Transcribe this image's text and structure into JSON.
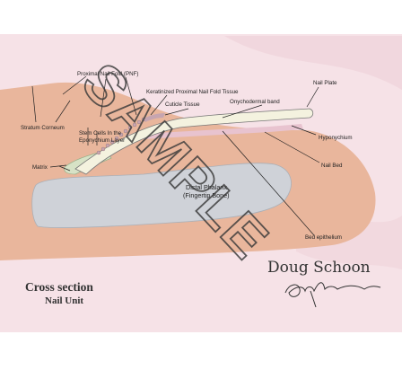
{
  "labels": {
    "proximal_nail_fold": "Proximal Nail Fold (PNF)",
    "keratinized_tissue": "Keratinized Proximal Nail Fold Tissue",
    "cuticle_tissue": "Cuticle Tissue",
    "nail_plate": "Nail Plate",
    "onychodermal_band": "Onychodermal band",
    "hyponychium": "Hyponychium",
    "nail_bed": "Nail Bed",
    "stratum_corneum": "Stratum Corneum",
    "stem_cells_line1": "Stem Cells In the",
    "stem_cells_line2": "Eponychium Layer",
    "matrix": "Matrix",
    "distal_phalanx_line1": "Distal Phalanx",
    "distal_phalanx_line2": "(Fingertip Bone)",
    "bed_epithelium": "Bed epithelium"
  },
  "caption": {
    "title": "Cross section",
    "subtitle": "Nail Unit"
  },
  "author": "Doug Schoon",
  "watermark": "SAMPLE",
  "colors": {
    "skin": "#e9b69c",
    "background_pink": "#f6e2e7",
    "bone": "#cfd2d8",
    "nail_plate": "#f4f2df",
    "matrix": "#d7e2c6",
    "nail_bed": "#e8c3cf"
  }
}
